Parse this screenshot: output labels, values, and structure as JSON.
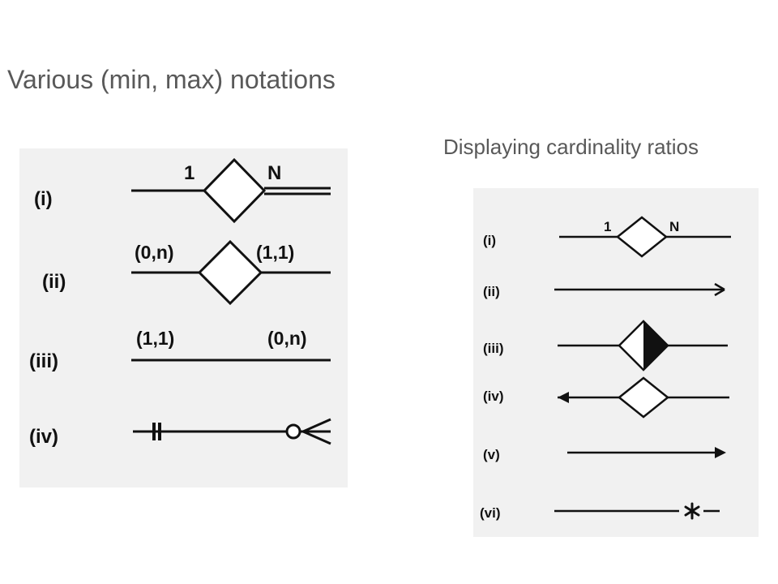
{
  "title": "Various (min, max) notations",
  "caption": "Displaying cardinality ratios",
  "colors": {
    "text": "#595959",
    "ink": "#111111",
    "panel_bg": "#f1f1f1"
  },
  "left_diagram": {
    "rows": [
      {
        "label": "(i)",
        "left": "1",
        "right": "N"
      },
      {
        "label": "(ii)",
        "left": "(0,n)",
        "right": "(1,1)"
      },
      {
        "label": "(iii)",
        "left": "(1,1)",
        "right": "(0,n)"
      },
      {
        "label": "(iv)",
        "left": "",
        "right": ""
      }
    ]
  },
  "right_diagram": {
    "rows": [
      {
        "label": "(i)",
        "left": "1",
        "right": "N"
      },
      {
        "label": "(ii)",
        "left": "",
        "right": ""
      },
      {
        "label": "(iii)",
        "left": "",
        "right": ""
      },
      {
        "label": "(iv)",
        "left": "",
        "right": ""
      },
      {
        "label": "(v)",
        "left": "",
        "right": ""
      },
      {
        "label": "(vi)",
        "left": "",
        "right": ""
      }
    ]
  }
}
